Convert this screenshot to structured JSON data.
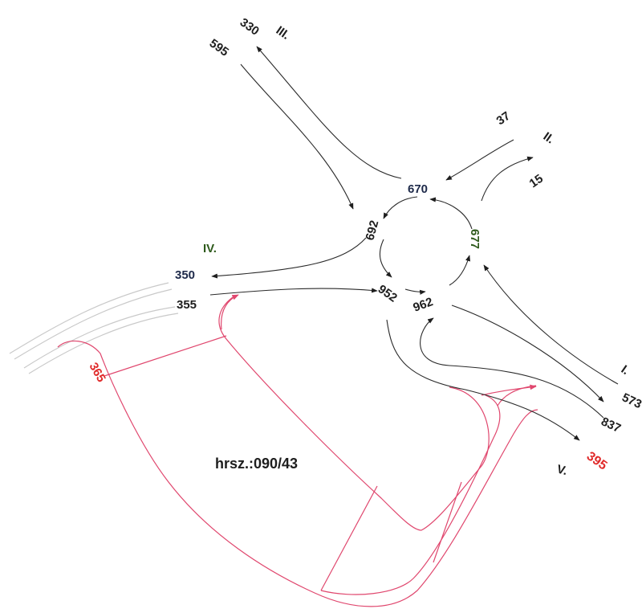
{
  "diagram": {
    "arms": {
      "I": "I.",
      "II": "II.",
      "III": "III.",
      "IV": "IV.",
      "V": "V."
    },
    "parcel_label": "hrsz.:090/43",
    "volumes": {
      "arm_III_out": "330",
      "arm_III_in": "595",
      "arm_II_in": "37",
      "arm_II_out": "15",
      "arm_IV_out": "350",
      "arm_IV_in": "355",
      "arm_I_in": "573",
      "arm_I_out": "837",
      "arm_V_out": "395",
      "new_road": "365",
      "ring_north": "670",
      "ring_west": "692",
      "ring_east": "677",
      "ring_south_west": "952",
      "ring_south": "962"
    },
    "colors": {
      "traffic_lines": "#2a2a2a",
      "arrowheads": "#1e1e1e",
      "planned_road": "#e0476e",
      "existing_road": "#c9c9c9",
      "ring_volume_text": "#1e2a4a",
      "arm_label_green": "#2e5a1c",
      "planned_text": "#e02a2a"
    }
  }
}
